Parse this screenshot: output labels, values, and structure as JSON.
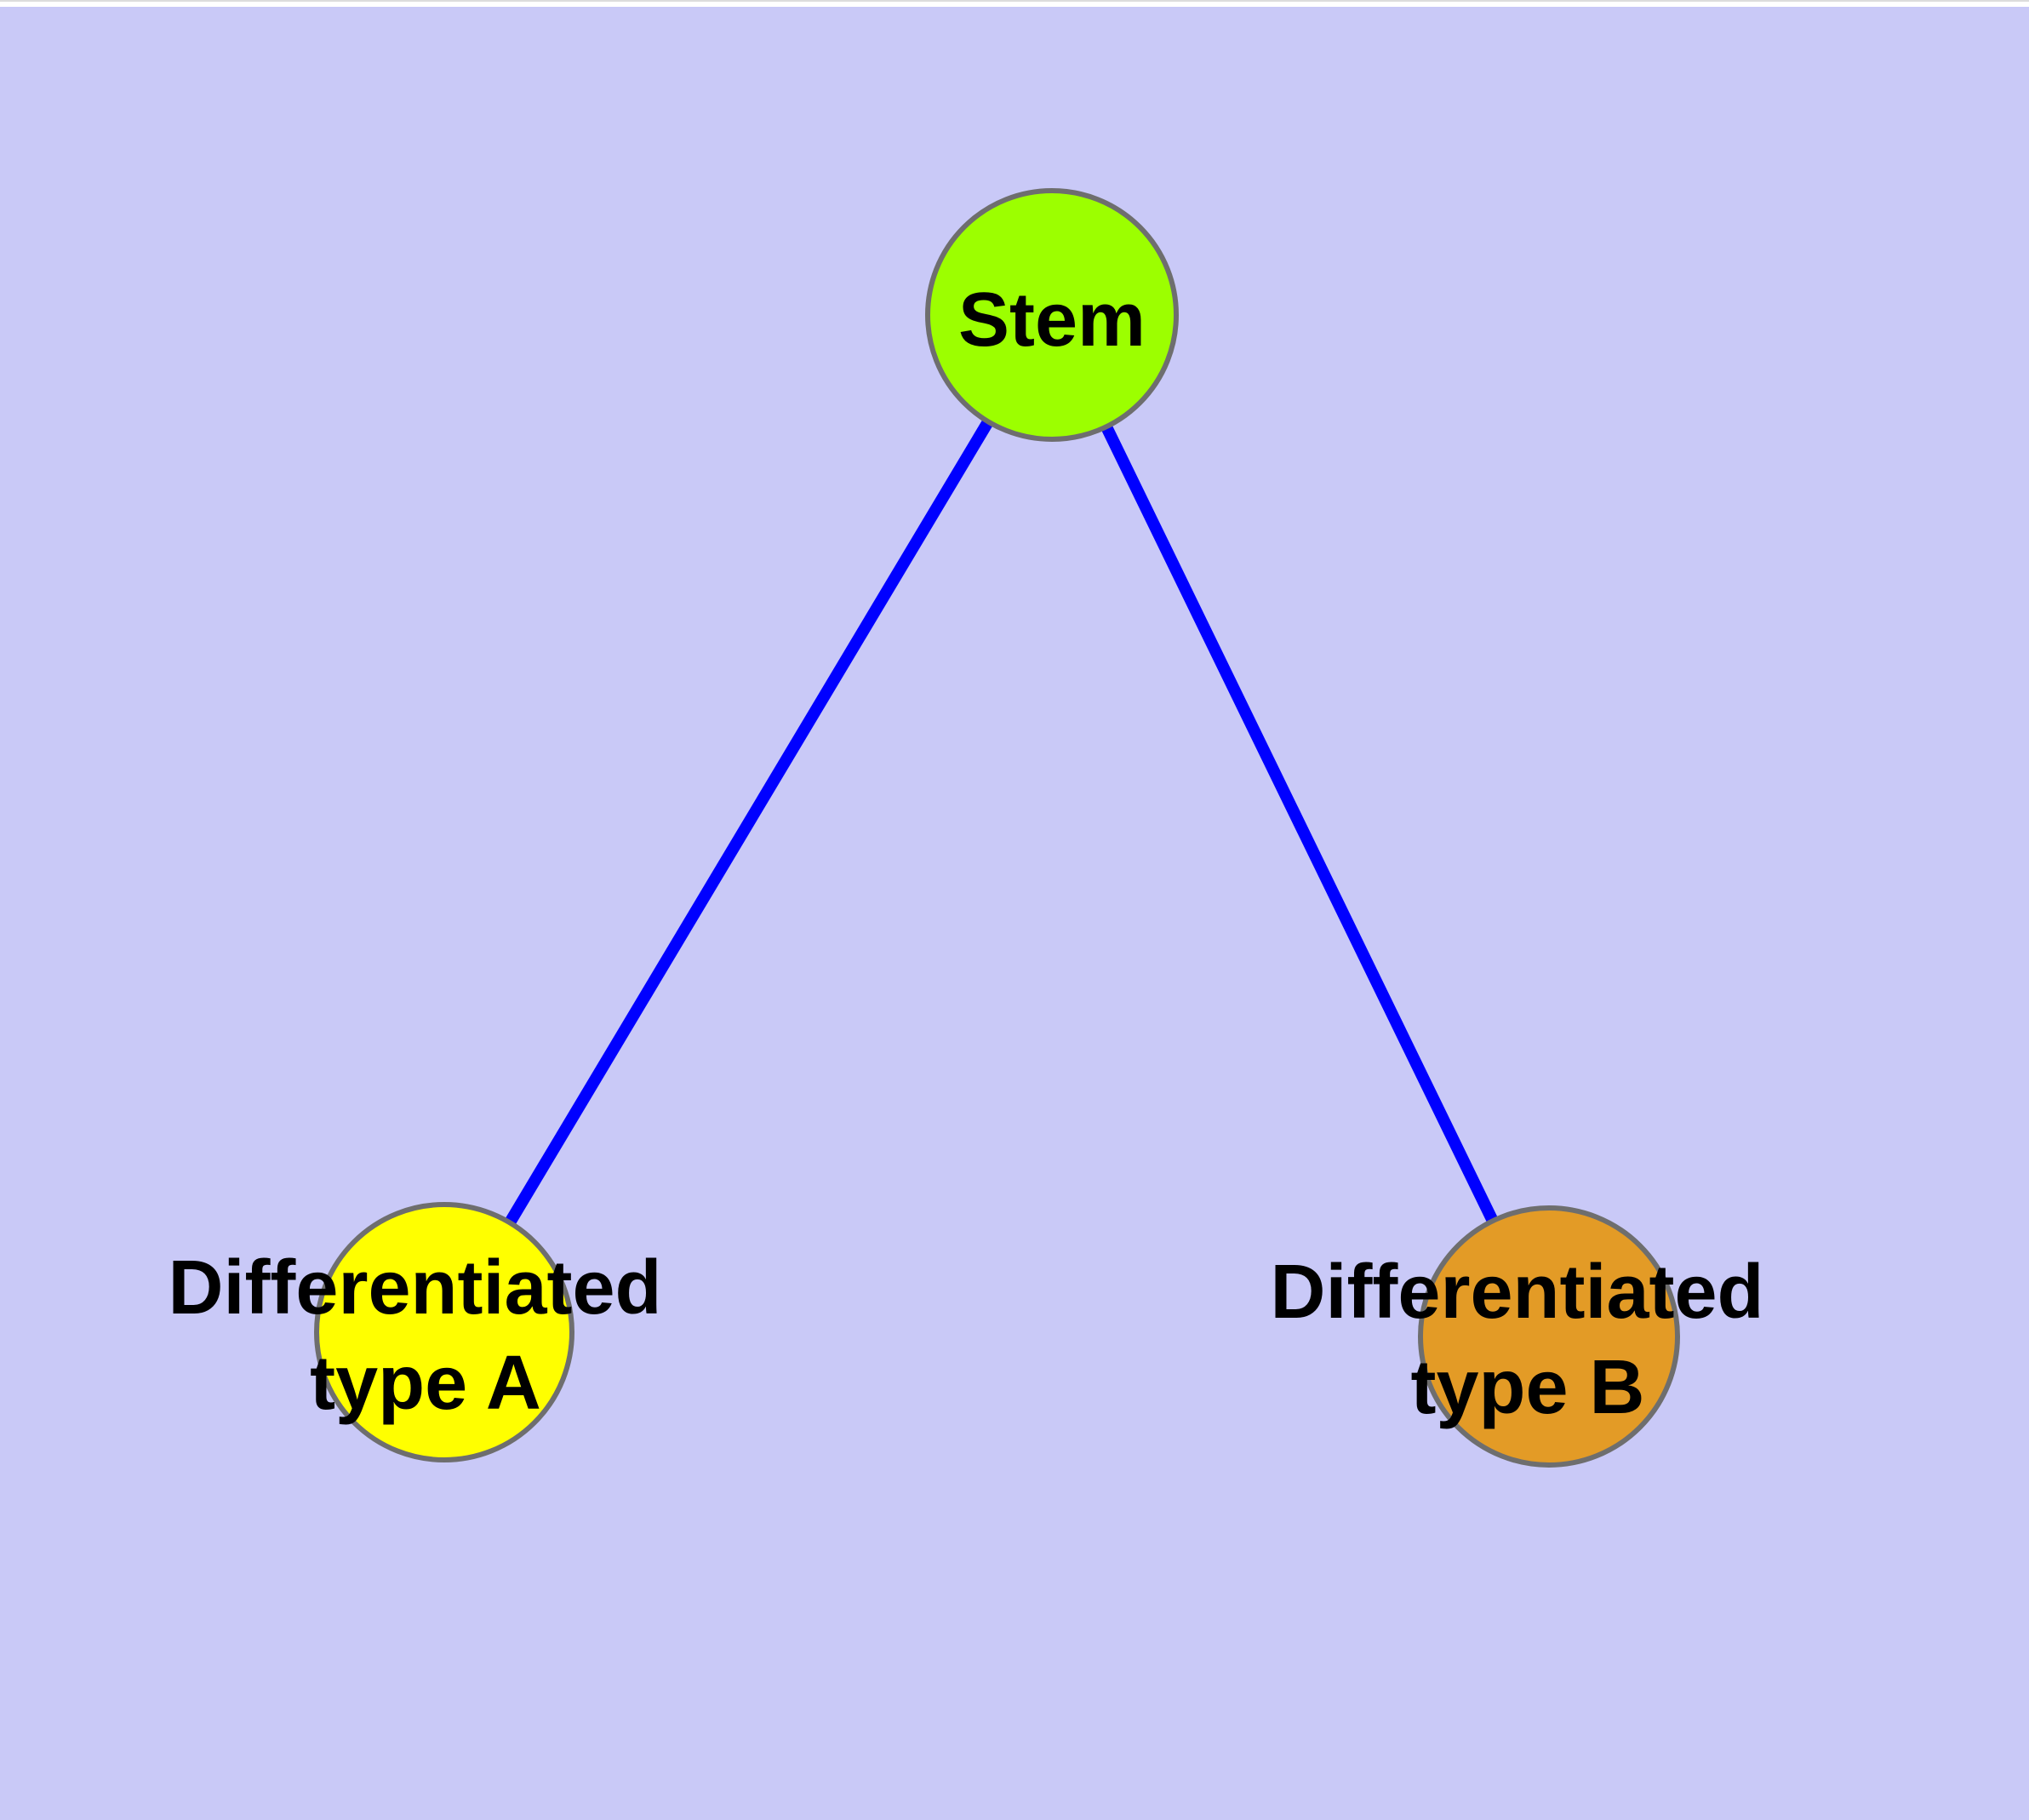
{
  "window": {
    "top_border_color": "#dcdcdc",
    "top_strip_color": "#ffffff"
  },
  "canvas": {
    "background_color": "#c9c9f7"
  },
  "diagram": {
    "type": "graph",
    "edge_color": "#0000ff",
    "node_border_color": "#6e6e6e",
    "label_color": "#000000",
    "nodes": [
      {
        "id": "stem",
        "label": "Stem",
        "color": "#9cff00"
      },
      {
        "id": "differentiated-type-a",
        "label_line1": "Differentiated",
        "label_line2": "type A",
        "color": "#ffff00"
      },
      {
        "id": "differentiated-type-b",
        "label_line1": "Differentiated",
        "label_line2": "type B",
        "color": "#e39b26"
      }
    ],
    "edges": [
      {
        "from": "stem",
        "to": "differentiated-type-a"
      },
      {
        "from": "stem",
        "to": "differentiated-type-b"
      }
    ]
  }
}
